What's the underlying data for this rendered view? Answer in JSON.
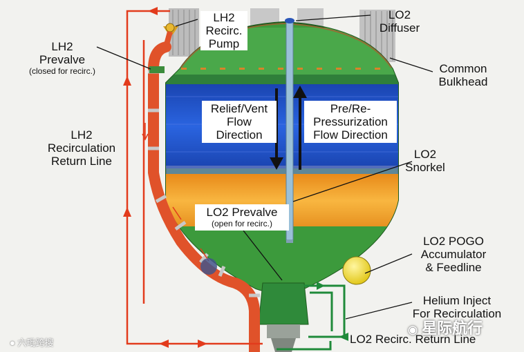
{
  "labels": {
    "lh2_pump": [
      "LH2",
      "Recirc.",
      "Pump"
    ],
    "lo2_diffuser": [
      "LO2",
      "Diffuser"
    ],
    "lh2_prevalve": [
      "LH2",
      "Prevalve"
    ],
    "lh2_prevalve_note": "(closed for recirc.)",
    "common_bulkhead": [
      "Common",
      "Bulkhead"
    ],
    "relief_vent": [
      "Relief/Vent",
      "Flow",
      "Direction"
    ],
    "pre_repress": [
      "Pre/Re-",
      "Pressurization",
      "Flow Direction"
    ],
    "lh2_return": [
      "LH2",
      "Recirculation",
      "Return Line"
    ],
    "lo2_snorkel": [
      "LO2",
      "Snorkel"
    ],
    "lo2_prevalve": "LO2 Prevalve",
    "lo2_prevalve_note": "(open for recirc.)",
    "lo2_pogo": [
      "LO2 POGO",
      "Accumulator",
      "& Feedline"
    ],
    "helium_inject": [
      "Helium Inject",
      "For Recirculation"
    ],
    "lo2_return": "LO2 Recirc. Return Line"
  },
  "watermarks": {
    "left": "六毗跨搜",
    "right": "星际航行"
  },
  "colors": {
    "tank_green": "#3c9a3c",
    "lh2_blue": "#1f52c9",
    "lo2_orange": "#f0a030",
    "return_line_red": "#e23b1c",
    "helium_green": "#1f8a3a",
    "accumulator_yellow": "#f2df1c"
  }
}
